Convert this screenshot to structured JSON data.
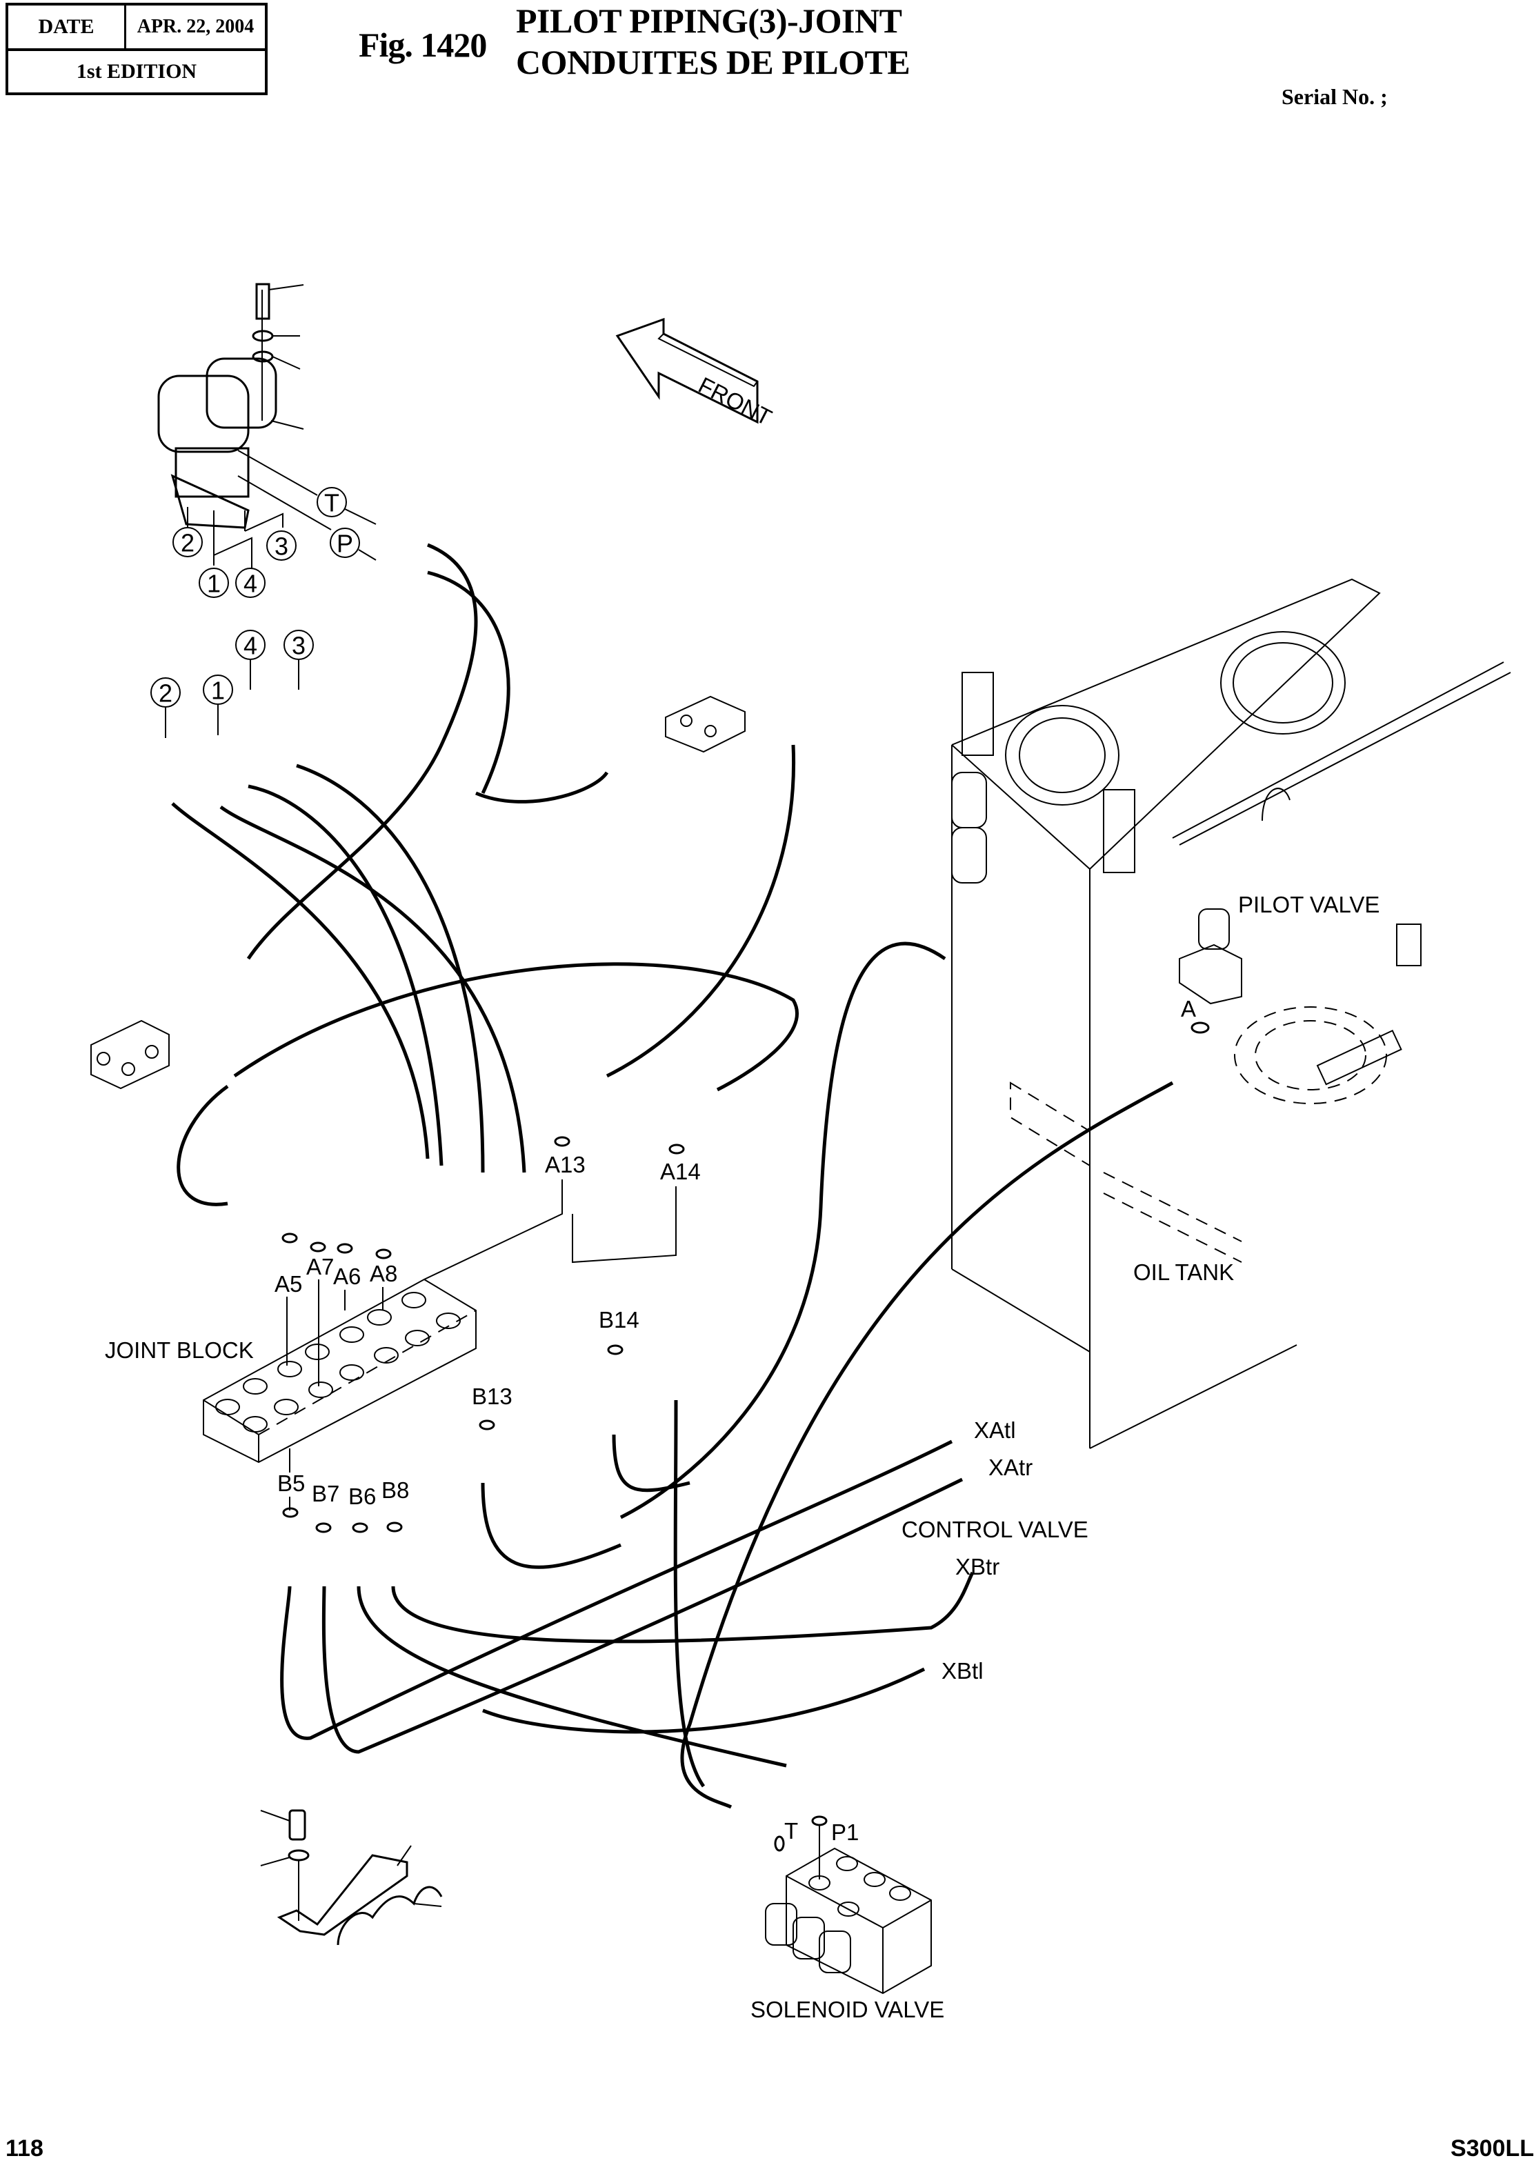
{
  "header": {
    "date_label": "DATE",
    "date_value": "APR. 22, 2004",
    "edition": "1st EDITION",
    "figure_number": "Fig. 1420",
    "title_line1": "PILOT PIPING(3)-JOINT",
    "title_line2": "CONDUITES DE PILOTE",
    "serial_label": "Serial No. ;"
  },
  "footer": {
    "page_number": "118",
    "model": "S300LL"
  },
  "diagram": {
    "direction_arrow": "FRONT",
    "component_labels": {
      "pilot_valve": "PILOT VALVE",
      "oil_tank": "OIL TANK",
      "joint_block": "JOINT BLOCK",
      "control_valve": "CONTROL VALVE",
      "solenoid_valve": "SOLENOID VALVE"
    },
    "port_circles_top": [
      "2",
      "1",
      "4",
      "3"
    ],
    "port_circles_remote": [
      "T",
      "P"
    ],
    "port_circles_fittings": [
      "4",
      "3",
      "2",
      "1"
    ],
    "joint_block_ports_a": [
      "A5",
      "A7",
      "A6",
      "A8",
      "A13",
      "A14"
    ],
    "joint_block_ports_b": [
      "B5",
      "B7",
      "B6",
      "B8",
      "B13",
      "B14"
    ],
    "control_valve_ports": [
      "XAtl",
      "XAtr",
      "XBtr",
      "XBtl"
    ],
    "solenoid_ports": [
      "T",
      "P1"
    ],
    "pilot_valve_port": "A"
  }
}
